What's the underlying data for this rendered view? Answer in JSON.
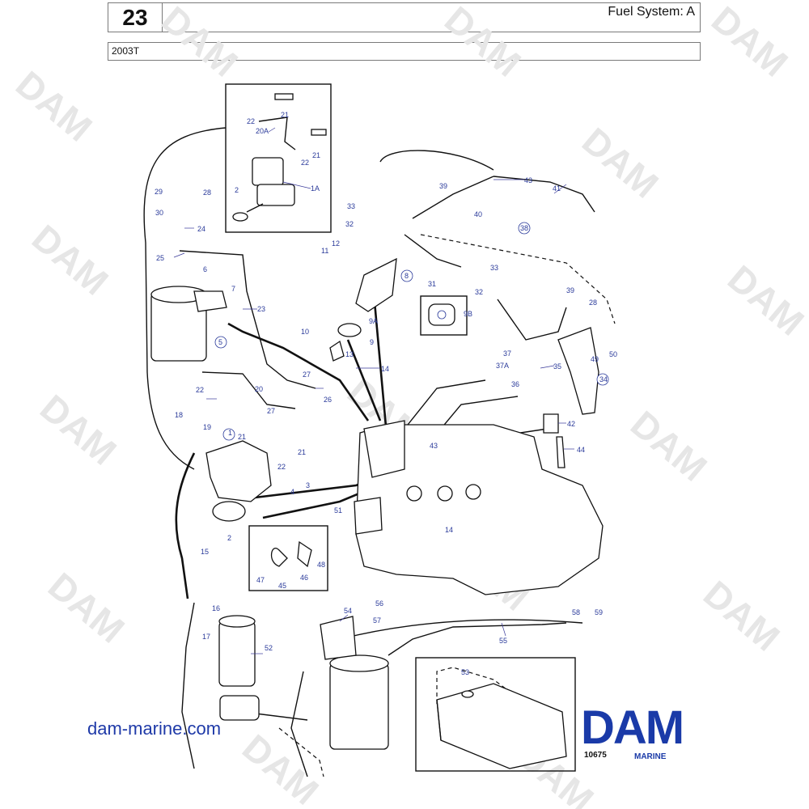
{
  "header": {
    "section_number": "23",
    "section_title": "Fuel System: A",
    "model": "2003T"
  },
  "watermark": {
    "text": "DAM",
    "color": "#e6e6e6"
  },
  "footer": {
    "website": "dam-marine.com",
    "logo_text": "DAM",
    "logo_subtext": "MARINE",
    "figure_id": "10675",
    "brand_color": "#1a3aa8"
  },
  "part_labels": [
    "1",
    "1A",
    "2",
    "2",
    "3",
    "4",
    "5",
    "6",
    "7",
    "8",
    "9",
    "9A",
    "9B",
    "10",
    "11",
    "12",
    "13",
    "14",
    "14",
    "15",
    "16",
    "17",
    "18",
    "19",
    "20",
    "20A",
    "21",
    "21",
    "21",
    "21",
    "22",
    "22",
    "22",
    "22",
    "23",
    "24",
    "25",
    "26",
    "27",
    "27",
    "28",
    "28",
    "29",
    "30",
    "31",
    "32",
    "32",
    "33",
    "33",
    "34",
    "35",
    "36",
    "37",
    "37A",
    "38",
    "39",
    "39",
    "40",
    "41",
    "42",
    "43",
    "43",
    "44",
    "45",
    "46",
    "47",
    "48",
    "49",
    "50",
    "51",
    "52",
    "53",
    "54",
    "55",
    "56",
    "57",
    "58",
    "59"
  ]
}
